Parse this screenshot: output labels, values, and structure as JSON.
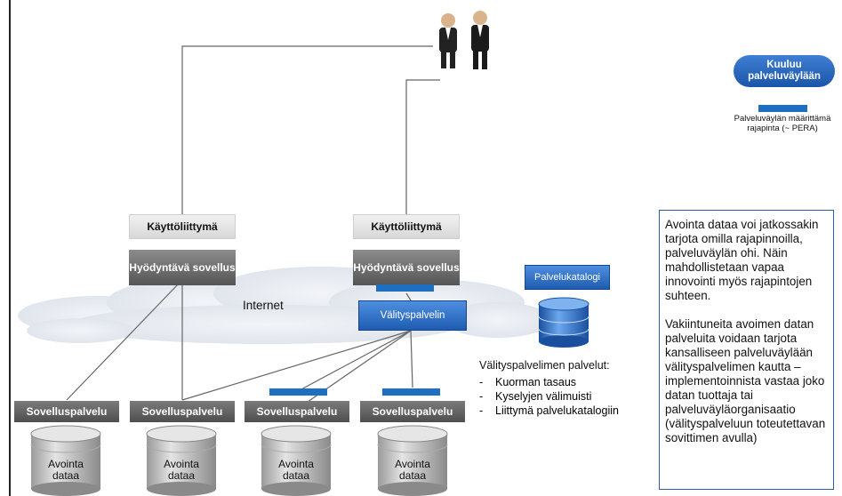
{
  "legend": {
    "pill_label": "Kuuluu palveluväylään",
    "bar_caption": "Palveluväylän määrittämä rajapinta (~ PERA)"
  },
  "clients": [
    {
      "ui_label": "Käyttöliittymä",
      "app_label": "Hyödyntävä sovellus"
    },
    {
      "ui_label": "Käyttöliittymä",
      "app_label": "Hyödyntävä sovellus"
    }
  ],
  "cloud_label": "Internet",
  "proxy_label": "Välityspalvelin",
  "catalog_label": "Palvelukatalogi",
  "proxy_services": {
    "title": "Välityspalvelimen palvelut:",
    "items": [
      "Kuorman tasaus",
      "Kyselyjen välimuisti",
      "Liittymä palvelukatalogiin"
    ]
  },
  "servers": [
    {
      "label": "Sovelluspalvelu",
      "db_label": "Avointa dataa"
    },
    {
      "label": "Sovelluspalvelu",
      "db_label": "Avointa dataa"
    },
    {
      "label": "Sovelluspalvelu",
      "db_label": "Avointa dataa"
    },
    {
      "label": "Sovelluspalvelu",
      "db_label": "Avointa dataa"
    }
  ],
  "info_text": {
    "p1": "Avointa dataa voi jatkossakin tarjota omilla rajapinnoilla, palveluväylän ohi. Näin mahdollistetaan vapaa innovointi myös rajapintojen suhteen.",
    "p2": "Vakiintuneita avoimen datan palveluita voidaan tarjota kansalliseen palveluväylään välityspalvelimen kautta – implementoinnista vastaa joko datan tuottaja tai palveluväyläorganisaatio (välityspalveluun toteutettavan sovittimen avulla)"
  },
  "colors": {
    "accent_blue": "#1f6fc0",
    "server_gray": "#5a5a5a",
    "frame_blue": "#2a5db0"
  }
}
